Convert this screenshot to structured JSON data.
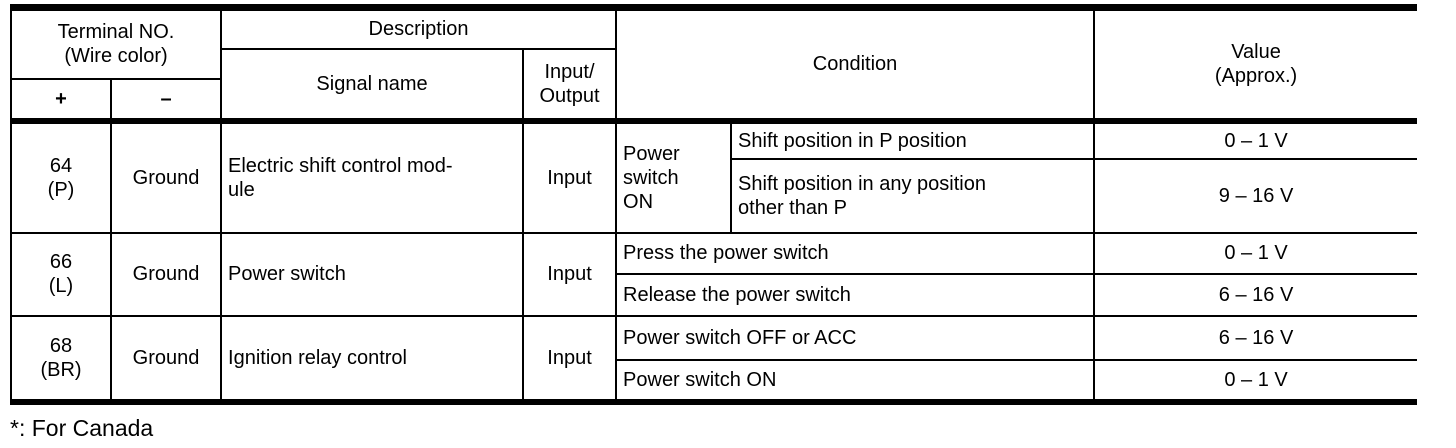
{
  "table": {
    "header": {
      "terminal": "Terminal NO.\n(Wire color)",
      "plus": "+",
      "minus": "–",
      "description": "Description",
      "signal_name": "Signal name",
      "input_output": "Input/\nOutput",
      "condition": "Condition",
      "value": "Value\n(Approx.)"
    },
    "rows": [
      {
        "terminal": "64\n(P)",
        "wire_minus": "Ground",
        "signal": "Electric shift control mod-\nule",
        "io": "Input",
        "condition_group": "Power\nswitch\nON",
        "conditions": [
          {
            "condition": "Shift position in P position",
            "value": "0 – 1 V"
          },
          {
            "condition": "Shift position in any position\nother than P",
            "value": "9 – 16 V"
          }
        ]
      },
      {
        "terminal": "66\n(L)",
        "wire_minus": "Ground",
        "signal": "Power switch",
        "io": "Input",
        "conditions": [
          {
            "condition": "Press the power switch",
            "value": "0 – 1 V"
          },
          {
            "condition": "Release the power switch",
            "value": "6 – 16 V"
          }
        ]
      },
      {
        "terminal": "68\n(BR)",
        "wire_minus": "Ground",
        "signal": "Ignition relay control",
        "io": "Input",
        "conditions": [
          {
            "condition": "Power switch OFF or ACC",
            "value": "6 – 16 V"
          },
          {
            "condition": "Power switch ON",
            "value": "0 – 1 V"
          }
        ]
      }
    ]
  },
  "footnote": "*: For Canada"
}
